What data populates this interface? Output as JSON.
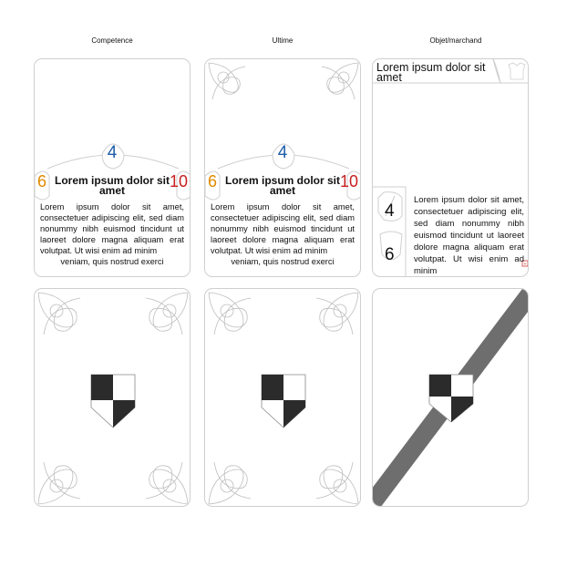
{
  "columns": {
    "competence": "Competence",
    "ultime": "Ultime",
    "objet": "Objet/marchand"
  },
  "skill_card": {
    "center_value": "4",
    "left_value": "6",
    "right_value": "10",
    "title": "Lorem ipsum dolor sit amet",
    "body": "Lorem ipsum dolor sit amet, consectetuer adipiscing elit, sed diam nonummy nibh euismod tincidunt ut laoreet dolore magna aliquam erat volutpat. Ut wisi enim ad minim",
    "body_last": "veniam, quis nostrud exerci"
  },
  "item_card": {
    "title": "Lorem ipsum dolor sit amet",
    "attack_value": "4",
    "defense_value": "6",
    "body": "Lorem ipsum dolor sit amet, consectetuer adipiscing elit, sed diam nonummy nibh euismod tincidunt ut laoreet dolore magna aliquam erat volutpat. Ut wisi enim ad minim"
  },
  "colors": {
    "blue": "#1f5fa8",
    "orange": "#e08a00",
    "red": "#c82020",
    "band": "#6e6e6e",
    "shield": "#2b2b2b"
  }
}
